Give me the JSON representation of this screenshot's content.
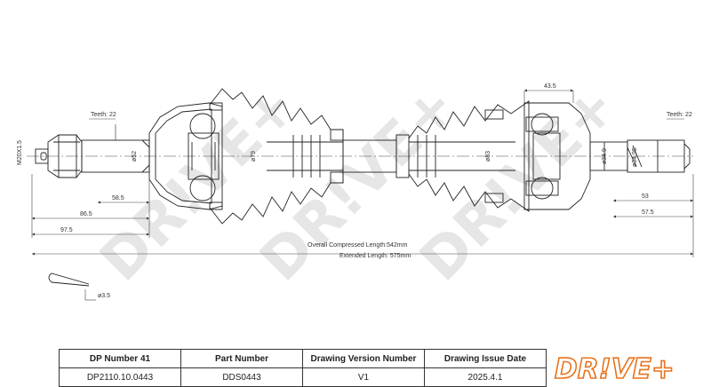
{
  "watermark": "DR!VE+",
  "dimensions": {
    "teeth_left": "Teeth: 22",
    "teeth_right": "Teeth: 22",
    "thread": "M20X1.5",
    "d52": "ø52",
    "d79": "ø79",
    "d83": "ø83",
    "d34_9": "ø34.9",
    "d34_95": "ø34.95",
    "d58_5": "58.5",
    "d86_5": "86.5",
    "d97_5": "97.5",
    "d43_5": "43.5",
    "d53": "53",
    "d57_5": "57.5",
    "d3_5": "ø3.5",
    "overall": "Overall  Compressed  Length:542mm",
    "extended": "Extended  Length: 575mm"
  },
  "title_block": {
    "headers": [
      "DP Number 41",
      "Part Number",
      "Drawing Version Number",
      "Drawing Issue Date"
    ],
    "values": [
      "DP2110.10.0443",
      "DDS0443",
      "V1",
      "2025.4.1"
    ]
  },
  "logo": {
    "text": "DR!VE+",
    "color": "#e8731e"
  }
}
